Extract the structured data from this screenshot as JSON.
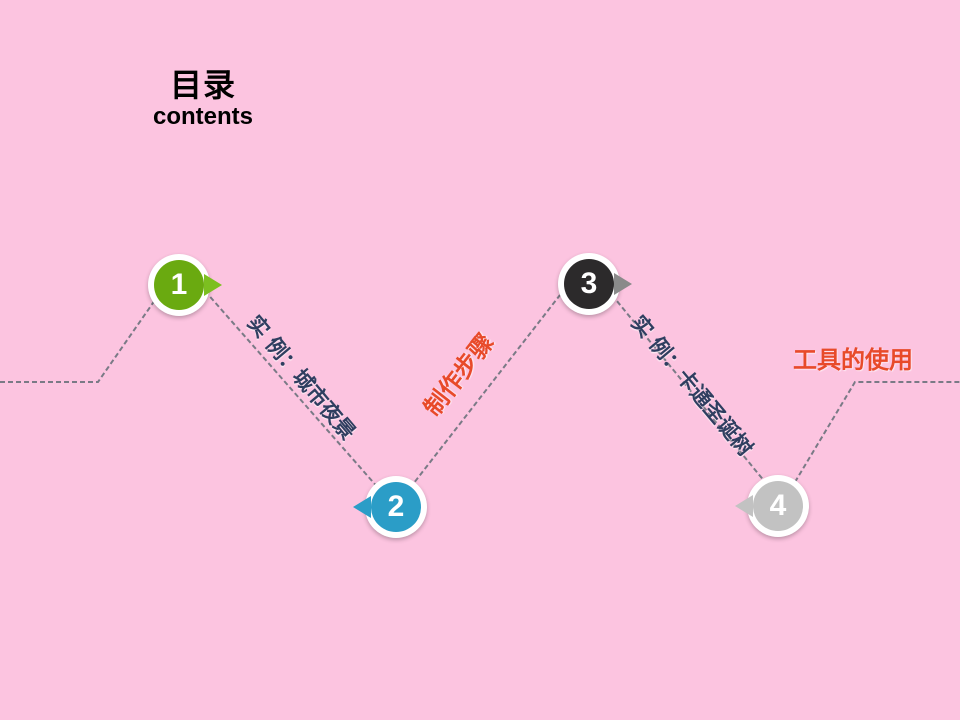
{
  "header": {
    "title": "目录",
    "subtitle": "contents"
  },
  "steps": [
    {
      "number": "1",
      "color": "#6aaa10",
      "pointer": "right"
    },
    {
      "number": "2",
      "color": "#2b9dc7",
      "pointer": "left"
    },
    {
      "number": "3",
      "color": "#2c2a2b",
      "pointer": "right"
    },
    {
      "number": "4",
      "color": "#c2c2c2",
      "pointer": "left"
    }
  ],
  "labels": {
    "item1": "实 例：城市夜景",
    "item2": "制作步骤",
    "item3": "实 例：卡通圣诞树",
    "item4": "工具的使用"
  },
  "colors": {
    "background": "#fcc4e0",
    "line": "#7a7a86",
    "accent_text": "#e84a2a",
    "dark_text": "#2f3e60"
  }
}
